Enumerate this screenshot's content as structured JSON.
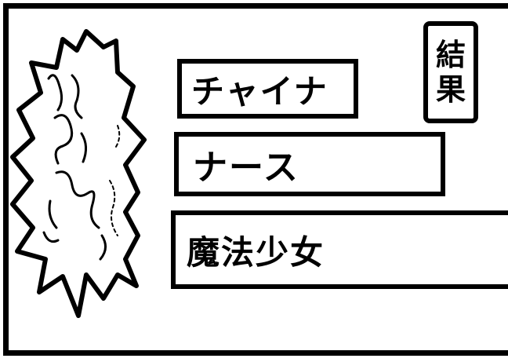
{
  "tag": {
    "char1": "結",
    "char2": "果"
  },
  "options": [
    {
      "label": "チャイナ"
    },
    {
      "label": "ナース"
    },
    {
      "label": "魔法少女"
    }
  ],
  "colors": {
    "ink": "#000000",
    "paper": "#ffffff"
  },
  "icons": {
    "left_scribble": "spiky-burst-scribble-icon"
  }
}
